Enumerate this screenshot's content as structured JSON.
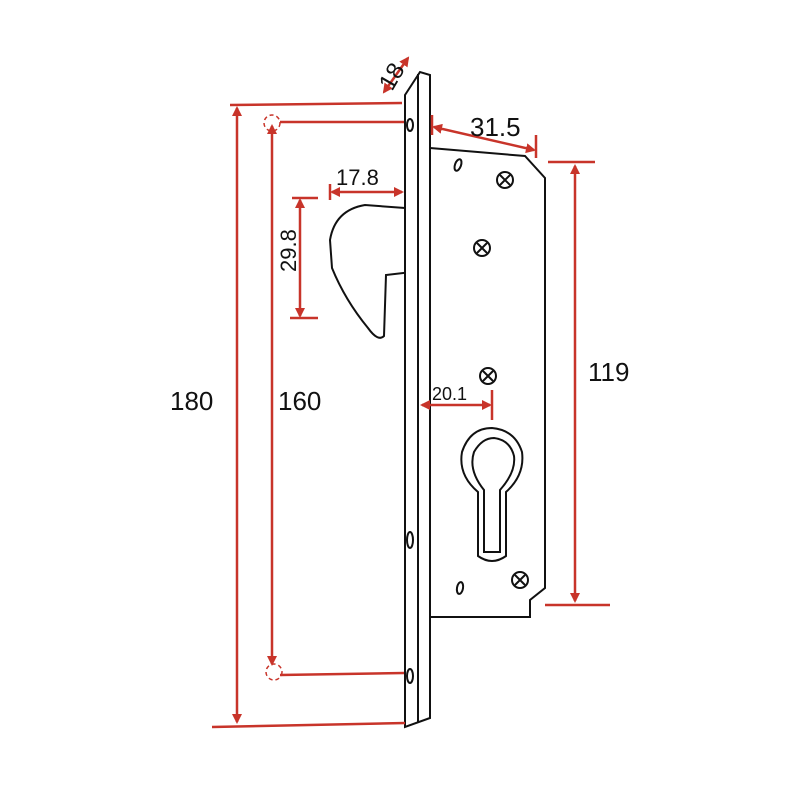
{
  "diagram": {
    "subject": "mortise-hook-lock",
    "dimension_color": "#c8342a",
    "line_color": "#111111",
    "dimensions": {
      "faceplate_length": "180",
      "fixing_hole_spacing": "160",
      "hook_height": "29.8",
      "hook_projection": "17.8",
      "faceplate_width": "18",
      "backset_body": "31.5",
      "cylinder_backset": "20.1",
      "body_height": "119"
    }
  }
}
